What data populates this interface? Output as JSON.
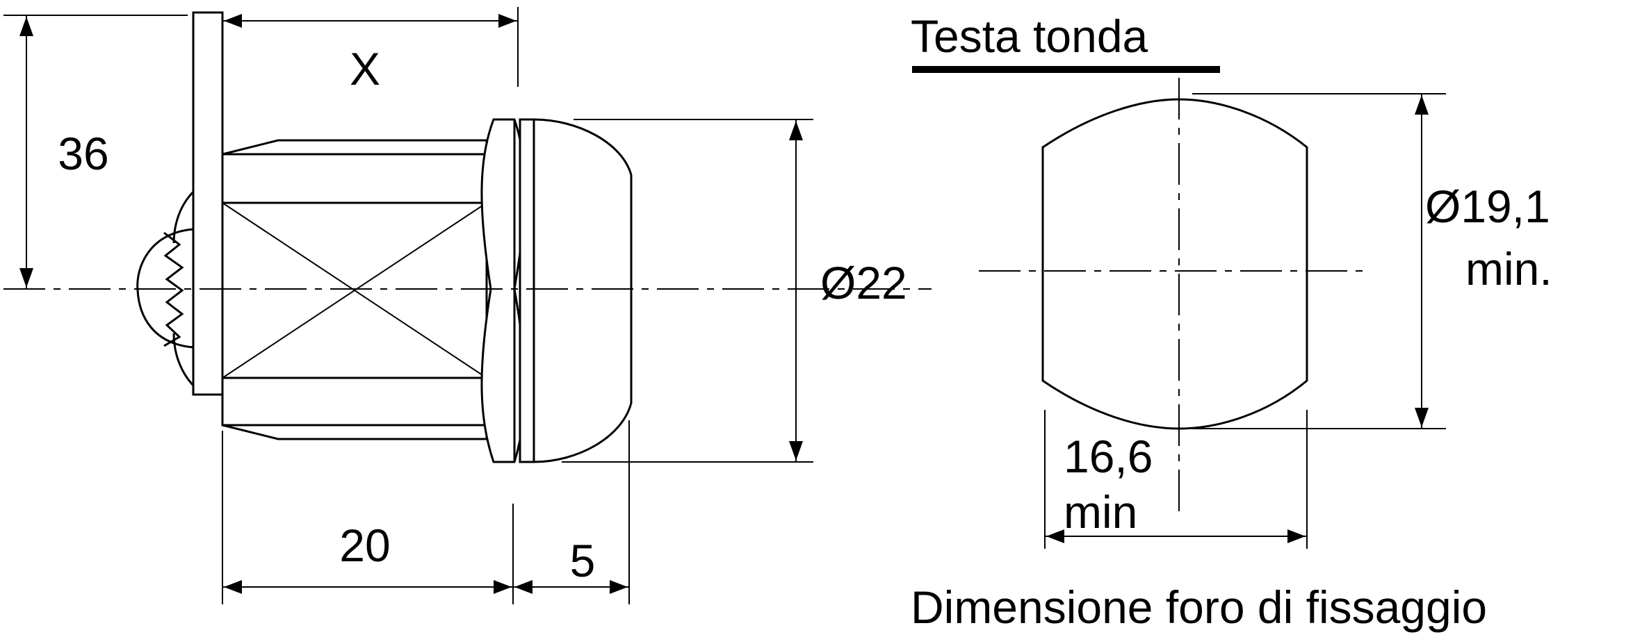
{
  "side_view": {
    "dim_x": "X",
    "dim_height": "36",
    "dim_diameter": "Ø22",
    "dim_length": "20",
    "dim_head": "5"
  },
  "hole_view": {
    "title": "Testa tonda",
    "dim_diameter_line1": "Ø19,1",
    "dim_diameter_line2": "min.",
    "dim_width_line1": "16,6",
    "dim_width_line2": "min",
    "caption": "Dimensione foro di fissaggio"
  }
}
